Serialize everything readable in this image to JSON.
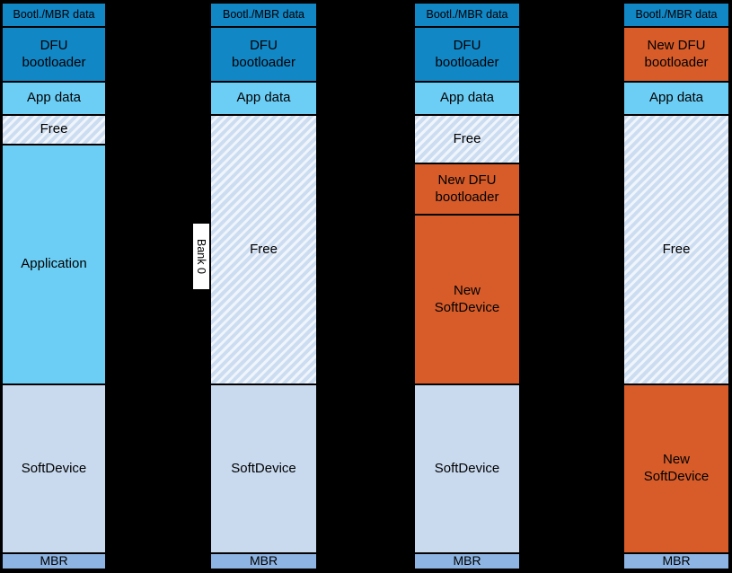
{
  "diagram": {
    "title_semantics": "DFU dual-bank memory layout stages",
    "bank_label": "Bank 0",
    "colors": {
      "background": "#000000",
      "bootloader_blue": "#1287C6",
      "app_cyan": "#6CCEF5",
      "softdevice_pale_blue": "#C9DAEF",
      "mbr_blue": "#8DB4E2",
      "new_firmware_orange": "#D75C2A",
      "free_hatch_base": "#CDDDF1",
      "free_hatch_stripe": "#F0F5FB",
      "bank_label_bg": "#FFFFFF",
      "text": "#000000"
    },
    "columns": [
      {
        "segments": [
          {
            "label": "Bootl./MBR data"
          },
          {
            "label": "DFU\nbootloader"
          },
          {
            "label": "App data"
          },
          {
            "label": "Free"
          },
          {
            "label": "Application"
          },
          {
            "label": "SoftDevice"
          },
          {
            "label": "MBR"
          }
        ]
      },
      {
        "segments": [
          {
            "label": "Bootl./MBR data"
          },
          {
            "label": "DFU\nbootloader"
          },
          {
            "label": "App data"
          },
          {
            "label": "Free"
          },
          {
            "label": "SoftDevice"
          },
          {
            "label": "MBR"
          }
        ]
      },
      {
        "segments": [
          {
            "label": "Bootl./MBR data"
          },
          {
            "label": "DFU\nbootloader"
          },
          {
            "label": "App data"
          },
          {
            "label": "Free"
          },
          {
            "label": "New DFU\nbootloader"
          },
          {
            "label": "New\nSoftDevice"
          },
          {
            "label": "SoftDevice"
          },
          {
            "label": "MBR"
          }
        ]
      },
      {
        "segments": [
          {
            "label": "Bootl./MBR data"
          },
          {
            "label": "New DFU\nbootloader"
          },
          {
            "label": "App data"
          },
          {
            "label": "Free"
          },
          {
            "label": "New\nSoftDevice"
          },
          {
            "label": "MBR"
          }
        ]
      }
    ]
  }
}
